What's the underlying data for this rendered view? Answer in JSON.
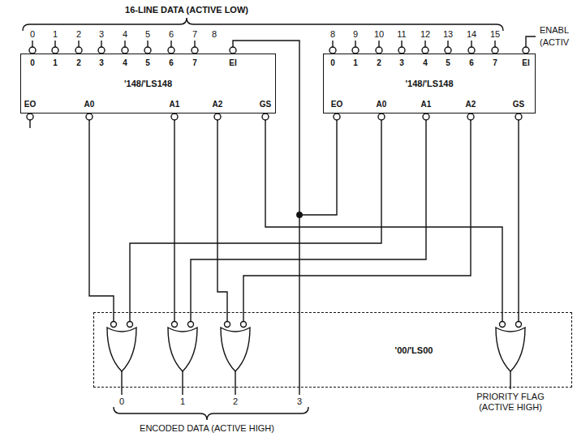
{
  "diagram": {
    "nodes": [
      {
        "text": [
          "'148/'LS148"
        ]
      },
      {
        "text": [
          "'148/'LS148"
        ]
      },
      {
        "text": [
          "'00/'LS00"
        ]
      }
    ],
    "edges": [
      {
        "from": 0,
        "to": 2,
        "arrow": "none"
      },
      {
        "from": 0,
        "to": 2,
        "arrow": "none"
      },
      {
        "from": 0,
        "to": 2,
        "arrow": "none"
      },
      {
        "from": 0,
        "to": 2,
        "arrow": "none"
      },
      {
        "from": 1,
        "to": 2,
        "arrow": "none"
      },
      {
        "from": 1,
        "to": 2,
        "arrow": "none"
      },
      {
        "from": 1,
        "to": 2,
        "arrow": "none"
      },
      {
        "from": 1,
        "to": 2,
        "arrow": "none"
      },
      {
        "from": 1,
        "to": 0,
        "arrow": "none"
      }
    ],
    "labels": [
      "16-LINE DATA (ACTIVE LOW)",
      "0",
      "1",
      "2",
      "3",
      "4",
      "5",
      "6",
      "7",
      "8",
      "8",
      "9",
      "10",
      "11",
      "12",
      "13",
      "14",
      "15",
      "ENABL",
      "(ACTIV",
      "0",
      "1",
      "2",
      "3",
      "4",
      "5",
      "6",
      "7",
      "EI",
      "EO",
      "A0",
      "A1",
      "A2",
      "GS",
      "0",
      "1",
      "2",
      "3",
      "4",
      "5",
      "6",
      "7",
      "EI",
      "EO",
      "A0",
      "A1",
      "A2",
      "GS",
      "0",
      "1",
      "2",
      "3",
      "ENCODED DATA (ACTIVE HIGH)",
      "PRIORITY FLAG (ACTIVE HIGH)"
    ]
  }
}
